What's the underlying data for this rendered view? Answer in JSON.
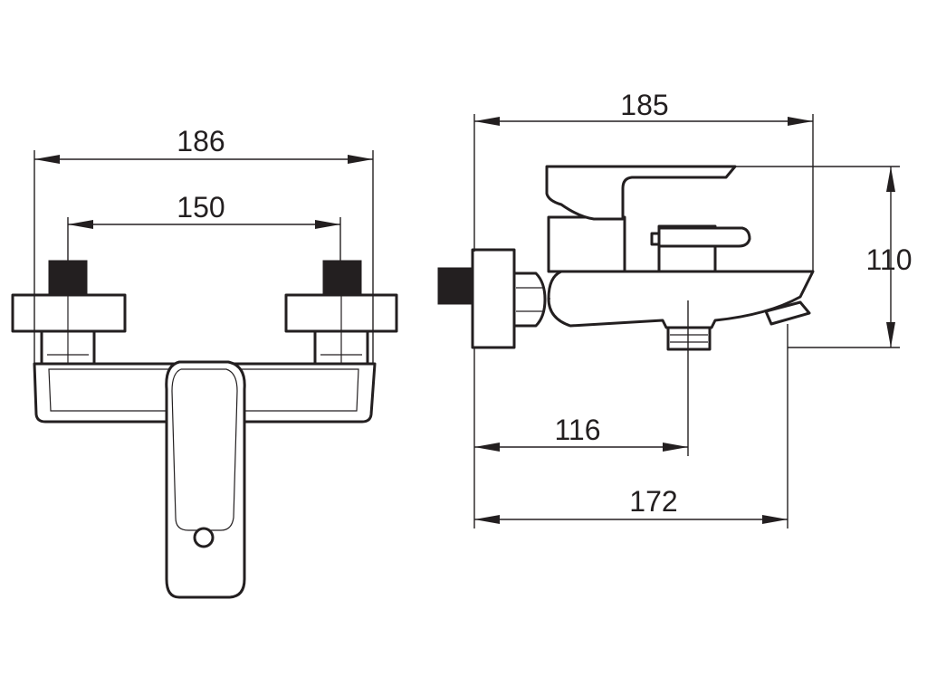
{
  "colors": {
    "line": "#231f20",
    "background": "#ffffff"
  },
  "front_view": {
    "dimensions": {
      "overall_width": "186",
      "connection_centers": "150"
    }
  },
  "side_view": {
    "dimensions": {
      "depth": "185",
      "height": "110",
      "outlet_position": "116",
      "spout_reach": "172"
    }
  }
}
